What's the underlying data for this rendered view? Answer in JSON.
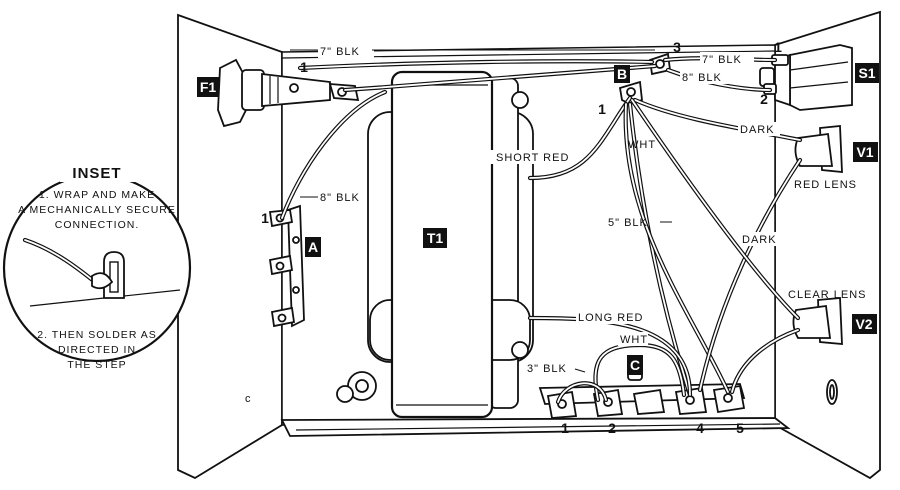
{
  "labels": {
    "wire_7_blk_top": "7\" BLK",
    "wire_7_blk_right": "7\" BLK",
    "wire_8_blk_right": "8\" BLK",
    "wire_8_blk_left": "8\" BLK",
    "short_red": "SHORT RED",
    "wht_upper": "WHT",
    "dark_upper": "DARK",
    "red_lens": "RED LENS",
    "wire_5_blk": "5\" BLK",
    "dark_lower": "DARK",
    "clear_lens": "CLEAR LENS",
    "long_red": "LONG RED",
    "wht_lower": "WHT",
    "wire_3_blk": "3\" BLK"
  },
  "parts": {
    "f1": "F1",
    "s1": "S1",
    "b": "B",
    "a": "A",
    "t1": "T1",
    "v1": "V1",
    "v2": "V2",
    "c": "C"
  },
  "terminals": {
    "s1_3": "3",
    "s1_1": "1",
    "s1_2": "2",
    "f1_1": "1",
    "b_1": "1",
    "a_1": "1",
    "c_1": "1",
    "c_2": "2",
    "c_4": "4",
    "c_5": "5"
  },
  "inset": {
    "title": "INSET",
    "step1_line1": "1. WRAP AND MAKE",
    "step1_line2": "A MECHANICALLY SECURE",
    "step1_line3": "CONNECTION.",
    "step2_line1": "2. THEN SOLDER AS",
    "step2_line2": "DIRECTED IN",
    "step2_line3": "THE STEP"
  },
  "misc": {
    "chassis_mark": "c"
  }
}
